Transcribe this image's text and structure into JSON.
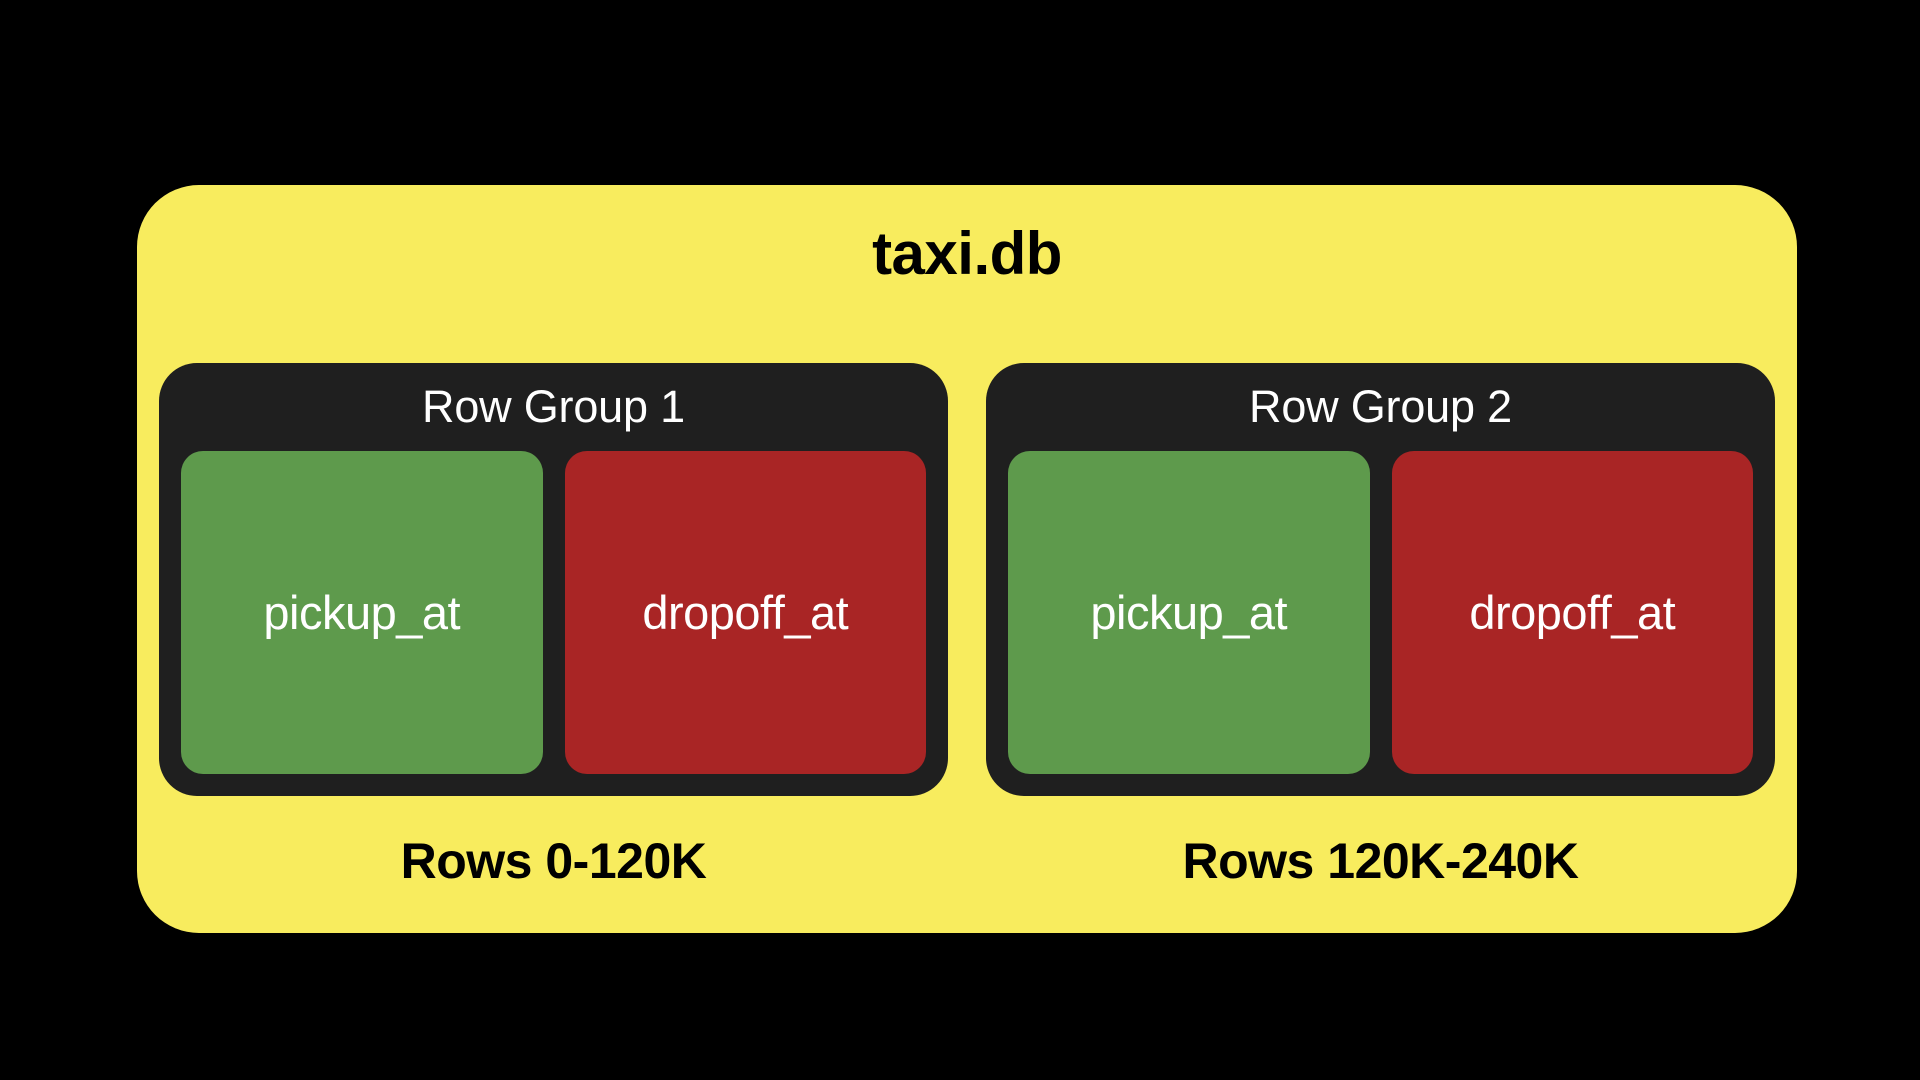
{
  "diagram": {
    "background_color": "#000000",
    "database": {
      "title": "taxi.db",
      "card_color": "#F8EC5E",
      "row_groups": [
        {
          "header": "Row Group 1",
          "footer": "Rows 0-120K",
          "box_color": "#1F1F1F",
          "columns": [
            {
              "label": "pickup_at",
              "color": "#5E9A4C"
            },
            {
              "label": "dropoff_at",
              "color": "#A92525"
            }
          ]
        },
        {
          "header": "Row Group 2",
          "footer": "Rows 120K-240K",
          "box_color": "#1F1F1F",
          "columns": [
            {
              "label": "pickup_at",
              "color": "#5E9A4C"
            },
            {
              "label": "dropoff_at",
              "color": "#A92525"
            }
          ]
        }
      ]
    }
  }
}
